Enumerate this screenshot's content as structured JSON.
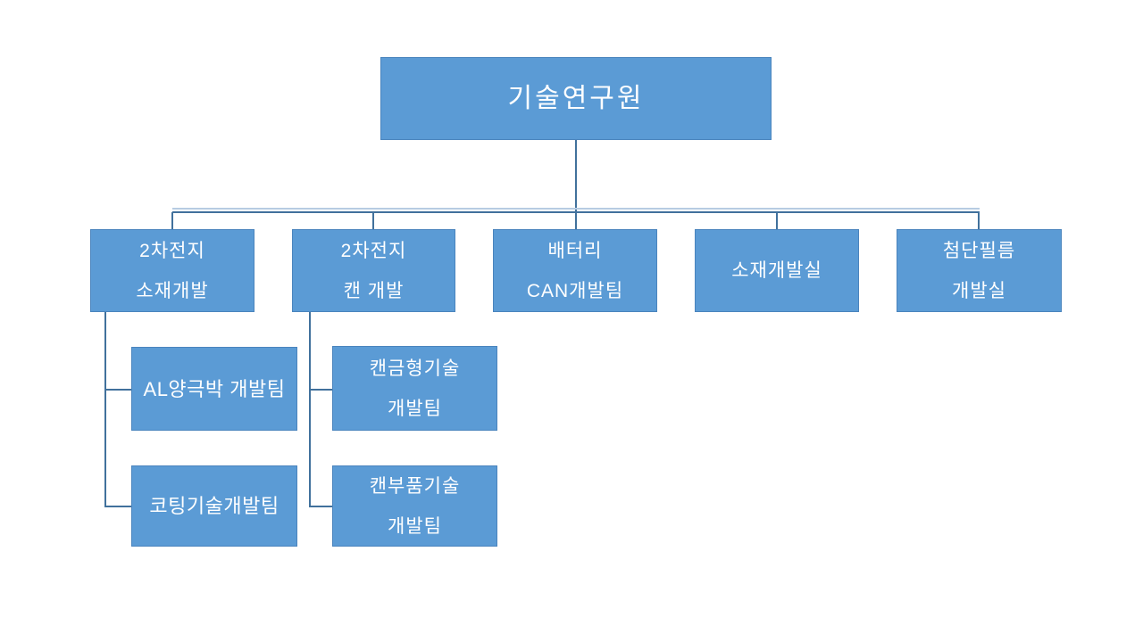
{
  "colors": {
    "background": "#FFFFFF",
    "box-fill": "#5B9BD5",
    "box-border": "#4A84BD",
    "box-text": "#FFFFFF",
    "connector": "#41719C",
    "connector-light": "#B7CCE2"
  },
  "org": {
    "root": {
      "lines": [
        "기술연구원"
      ]
    },
    "departments": [
      {
        "lines": [
          "2차전지",
          "소재개발"
        ]
      },
      {
        "lines": [
          "2차전지",
          "캔 개발"
        ]
      },
      {
        "lines": [
          "배터리",
          "CAN개발팀"
        ]
      },
      {
        "lines": [
          "소재개발실"
        ]
      },
      {
        "lines": [
          "첨단필름",
          "개발실"
        ]
      }
    ],
    "teams_materials": [
      {
        "lines": [
          "AL양극박 개발팀"
        ]
      },
      {
        "lines": [
          "코팅기술개발팀"
        ]
      }
    ],
    "teams_can": [
      {
        "lines": [
          "캔금형기술",
          "개발팀"
        ]
      },
      {
        "lines": [
          "캔부품기술",
          "개발팀"
        ]
      }
    ]
  }
}
